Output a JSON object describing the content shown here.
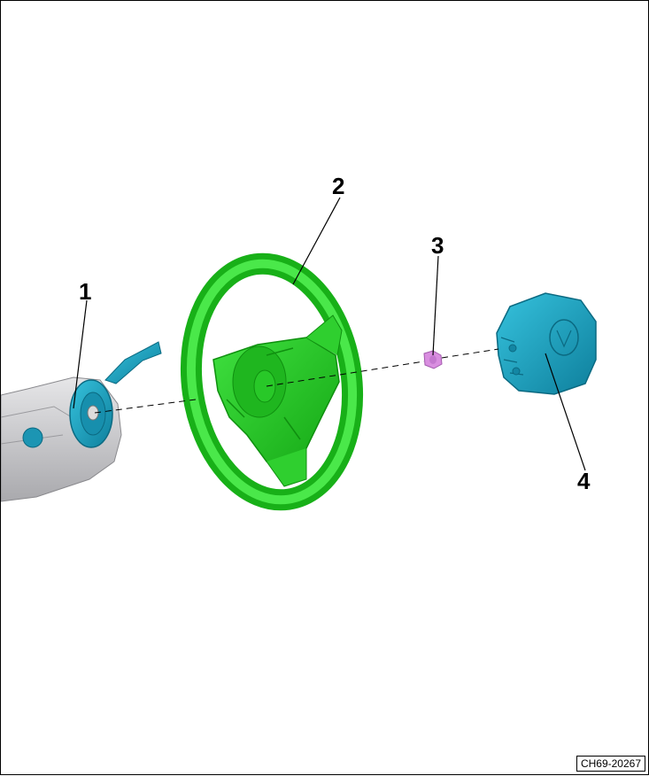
{
  "callouts": [
    {
      "id": "1",
      "label": "1"
    },
    {
      "id": "2",
      "label": "2"
    },
    {
      "id": "3",
      "label": "3"
    },
    {
      "id": "4",
      "label": "4"
    }
  ],
  "figure_reference": "CH69-20267",
  "colors": {
    "wheel_green": "#22cc22",
    "module_teal": "#1fa7c6",
    "nut_violet": "#d98ee0",
    "column_grey": "#c8c8ca",
    "line": "#000000"
  }
}
